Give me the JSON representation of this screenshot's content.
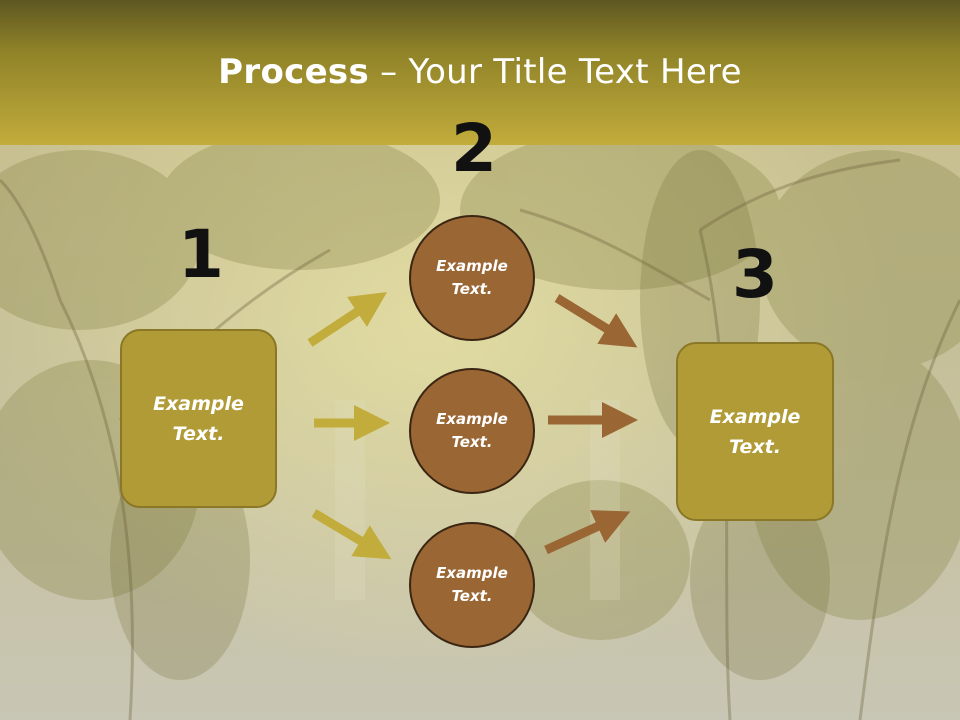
{
  "title": {
    "bold": "Process",
    "rest": " – Your Title Text Here"
  },
  "steps": {
    "one": "1",
    "two": "2",
    "three": "3"
  },
  "left_box": {
    "text": "Example\nText."
  },
  "right_box": {
    "text": "Example\nText."
  },
  "circles": [
    {
      "text": "Example\nText."
    },
    {
      "text": "Example\nText."
    },
    {
      "text": "Example\nText."
    }
  ],
  "colors": {
    "header_top": "#5e5722",
    "header_bottom": "#c2ac3b",
    "box_fill": "#b19b36",
    "circle_fill": "#9a6634",
    "arrow_gold": "#c2ac3b",
    "arrow_brown": "#9a6634"
  },
  "icons": [
    "arrow-right-icon"
  ]
}
